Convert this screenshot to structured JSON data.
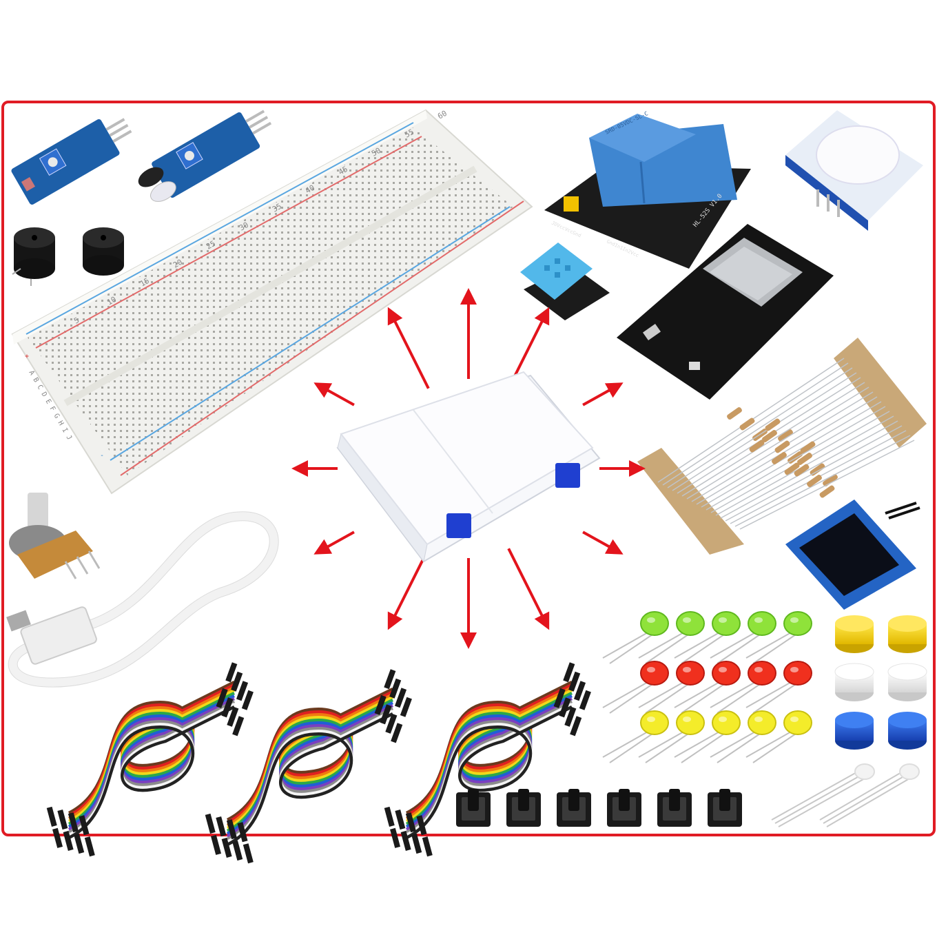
{
  "colors": {
    "frame": "#e01b24",
    "arrow": "#e3141c",
    "pcb_blue": "#1d5fa8",
    "pcb_black": "#1b1b1b",
    "relay_blue": "#3f86d0",
    "breadboard": "#f1f1ee",
    "rail_red": "#e26a6a",
    "rail_blue": "#59a6e0",
    "led_green": "#8fe23a",
    "led_red": "#f0301e",
    "led_yellow": "#f4ec2a",
    "cap_yellow": "#f7d81a",
    "cap_white": "#f4f4f4",
    "cap_blue": "#1f5fd6"
  },
  "breadboard": {
    "row_numbers": [
      "5",
      "10",
      "15",
      "20",
      "25",
      "30",
      "35",
      "40",
      "45",
      "50",
      "55",
      "60"
    ],
    "column_letters": [
      "A",
      "B",
      "C",
      "D",
      "E",
      "F",
      "G",
      "H",
      "I",
      "J"
    ],
    "rail_plus": "+",
    "rail_minus": "-"
  },
  "relay_module": {
    "relay_text": "SRD-05VDC-SL-C",
    "board_label": "HL-52S V1.0",
    "header_left": "JDVccVccGnd",
    "header_right": "GndIn1In2Vcc"
  }
}
